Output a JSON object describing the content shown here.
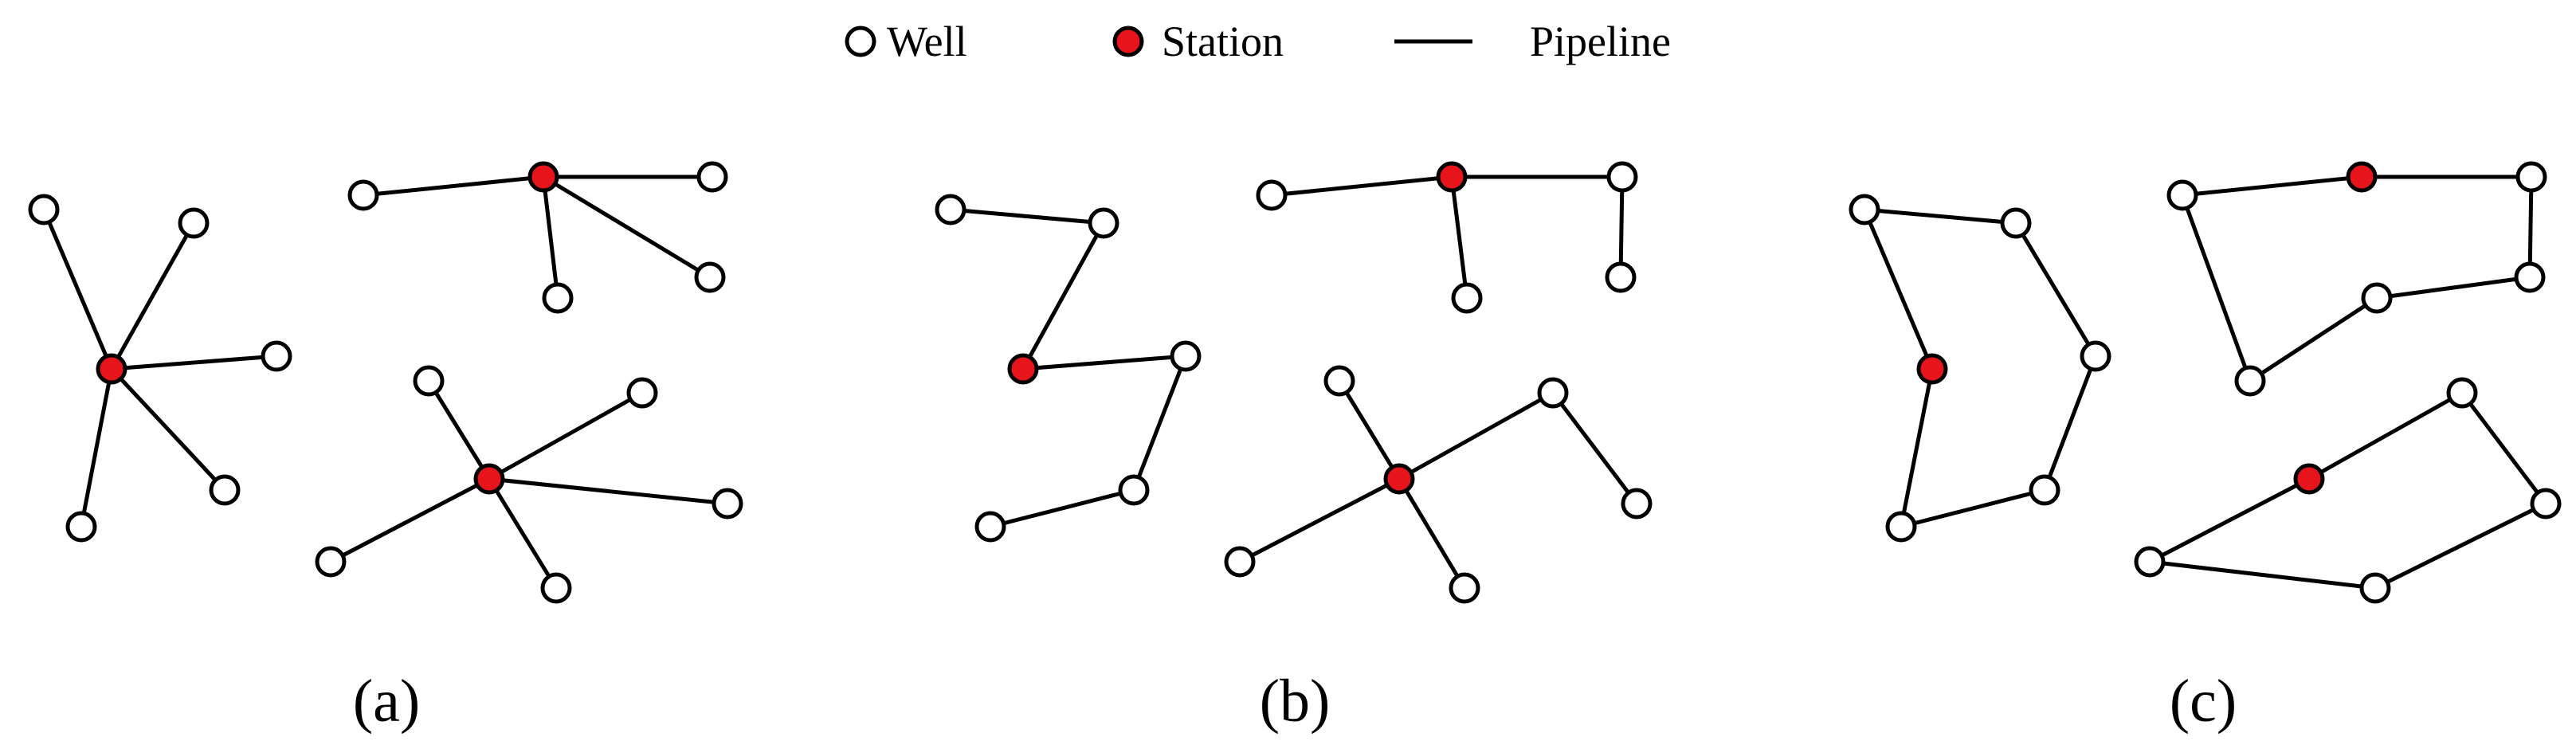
{
  "legend": {
    "well": "Well",
    "station": "Station",
    "pipeline": "Pipeline"
  },
  "panels": [
    {
      "label": "(a)",
      "topology": "star"
    },
    {
      "label": "(b)",
      "topology": "tree"
    },
    {
      "label": "(c)",
      "topology": "ring"
    }
  ],
  "colors": {
    "station_fill": "#e8141b",
    "well_fill": "#ffffff",
    "stroke": "#000000"
  }
}
